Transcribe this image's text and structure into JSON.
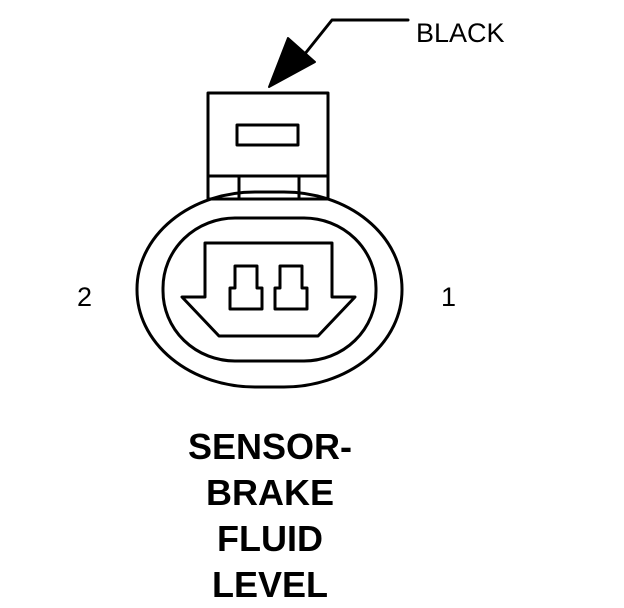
{
  "labels": {
    "wire_color": "BLACK",
    "pin_left": "2",
    "pin_right": "1"
  },
  "title_lines": [
    "SENSOR-",
    "BRAKE",
    "FLUID",
    "LEVEL"
  ],
  "colors": {
    "line": "#000000",
    "background": "#ffffff"
  }
}
